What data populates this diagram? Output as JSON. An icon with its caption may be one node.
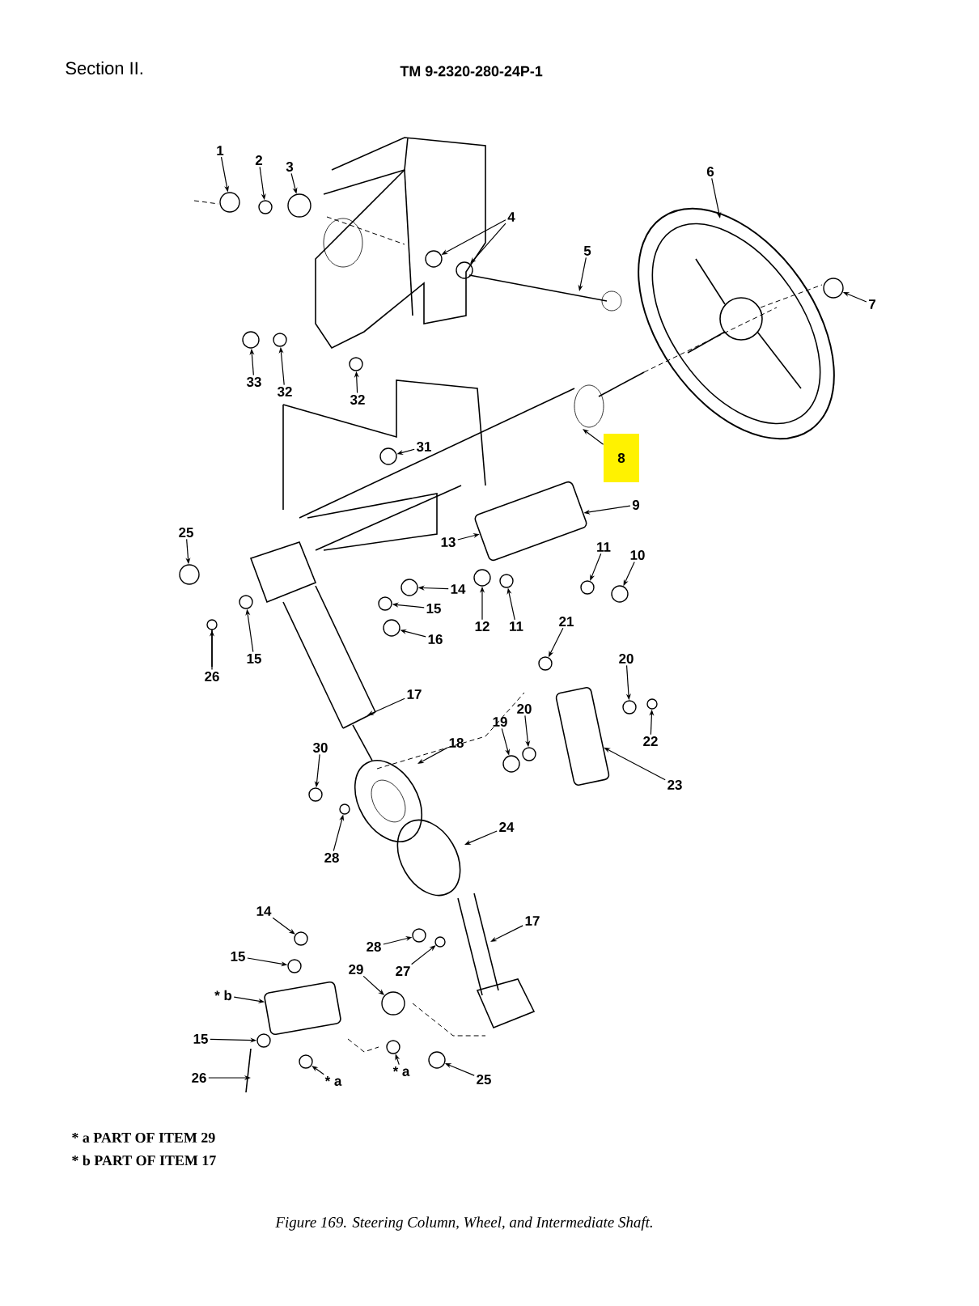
{
  "diagram": {
    "caption": "Figure 169.  Steering Column, Wheel, and Intermediate Shaft.",
    "nodes": [
      {
        "text": [
          "1"
        ]
      },
      {
        "text": [
          "2"
        ]
      },
      {
        "text": [
          "3"
        ]
      },
      {
        "text": [
          "4"
        ]
      },
      {
        "text": [
          "6"
        ]
      },
      {
        "text": [
          "5"
        ]
      },
      {
        "text": [
          "7"
        ]
      },
      {
        "text": [
          "33"
        ]
      },
      {
        "text": [
          "32"
        ]
      },
      {
        "text": [
          "32"
        ]
      },
      {
        "text": [
          "31"
        ]
      },
      {
        "text": [
          "8"
        ]
      },
      {
        "text": [
          "9"
        ]
      },
      {
        "text": [
          "25"
        ]
      },
      {
        "text": [
          "13"
        ]
      },
      {
        "text": [
          "11"
        ]
      },
      {
        "text": [
          "10"
        ]
      },
      {
        "text": [
          "14"
        ]
      },
      {
        "text": [
          "15"
        ]
      },
      {
        "text": [
          "21"
        ]
      },
      {
        "text": [
          "12"
        ]
      },
      {
        "text": [
          "11"
        ]
      },
      {
        "text": [
          "16"
        ]
      },
      {
        "text": [
          "20"
        ]
      },
      {
        "text": [
          "15"
        ]
      },
      {
        "text": [
          "26"
        ]
      },
      {
        "text": [
          "17"
        ]
      },
      {
        "text": [
          "20"
        ]
      },
      {
        "text": [
          "19"
        ]
      },
      {
        "text": [
          "22"
        ]
      },
      {
        "text": [
          "18"
        ]
      },
      {
        "text": [
          "30"
        ]
      },
      {
        "text": [
          "23"
        ]
      },
      {
        "text": [
          "24"
        ]
      },
      {
        "text": [
          "28"
        ]
      },
      {
        "text": [
          "14"
        ]
      },
      {
        "text": [
          "17"
        ]
      },
      {
        "text": [
          "28"
        ]
      },
      {
        "text": [
          "15"
        ]
      },
      {
        "text": [
          "29"
        ]
      },
      {
        "text": [
          "27"
        ]
      },
      {
        "text": [
          "* b"
        ]
      },
      {
        "text": [
          "15"
        ]
      },
      {
        "text": [
          "* a"
        ]
      },
      {
        "text": [
          "26"
        ]
      },
      {
        "text": [
          "25"
        ]
      },
      {
        "text": [
          "* a"
        ]
      },
      {
        "text": [],
        "shape": "circle"
      },
      {
        "text": [],
        "shape": "circle"
      },
      {
        "text": [],
        "shape": "circle"
      },
      {
        "text": [],
        "shape": "circle"
      },
      {
        "text": [],
        "shape": "circle"
      },
      {
        "text": [],
        "shape": "circle"
      },
      {
        "text": [],
        "shape": "circle"
      },
      {
        "text": [],
        "shape": "circle"
      },
      {
        "text": [],
        "shape": "circle"
      },
      {
        "text": [],
        "shape": "circle"
      },
      {
        "text": [],
        "shape": "box"
      },
      {
        "text": [],
        "shape": "circle"
      },
      {
        "text": [],
        "shape": "circle"
      },
      {
        "text": [],
        "shape": "circle"
      },
      {
        "text": [],
        "shape": "circle"
      },
      {
        "text": [],
        "shape": "circle"
      },
      {
        "text": [],
        "shape": "circle"
      },
      {
        "text": [],
        "shape": "circle"
      },
      {
        "text": [],
        "shape": "circle"
      },
      {
        "text": [],
        "shape": "circle"
      },
      {
        "text": [],
        "shape": "circle"
      },
      {
        "text": [],
        "shape": "circle"
      },
      {
        "text": [],
        "shape": "circle"
      },
      {
        "text": [],
        "shape": "circle"
      },
      {
        "text": [],
        "shape": "circle"
      },
      {
        "text": [],
        "shape": "circle"
      },
      {
        "text": [],
        "shape": "circle"
      },
      {
        "text": [],
        "shape": "box"
      },
      {
        "text": [],
        "shape": "circle"
      },
      {
        "text": [],
        "shape": "circle"
      },
      {
        "text": [],
        "shape": "circle"
      },
      {
        "text": [],
        "shape": "circle"
      },
      {
        "text": [],
        "shape": "circle"
      },
      {
        "text": [],
        "shape": "circle"
      },
      {
        "text": [],
        "shape": "box"
      },
      {
        "text": [],
        "shape": "circle"
      },
      {
        "text": [],
        "shape": "circle"
      },
      {
        "text": [],
        "shape": "circle"
      },
      {
        "text": [],
        "shape": "circle"
      }
    ],
    "edges": [
      {
        "from": 0,
        "to": 47,
        "arrow": "to"
      },
      {
        "from": 1,
        "to": 48,
        "arrow": "to"
      },
      {
        "from": 2,
        "to": 49,
        "arrow": "to"
      },
      {
        "from": 3,
        "to": 50,
        "arrow": "to"
      },
      {
        "from": 3,
        "to": 51,
        "arrow": "to"
      },
      {
        "from": 4,
        "to": null,
        "arrow": "to"
      },
      {
        "from": 5,
        "to": null,
        "arrow": "to"
      },
      {
        "from": 6,
        "to": 52,
        "arrow": "to"
      },
      {
        "from": 7,
        "to": 53,
        "arrow": "to"
      },
      {
        "from": 8,
        "to": 54,
        "arrow": "to"
      },
      {
        "from": 9,
        "to": 55,
        "arrow": "to"
      },
      {
        "from": 10,
        "to": 56,
        "arrow": "to"
      },
      {
        "from": 11,
        "to": null,
        "arrow": "to"
      },
      {
        "from": 12,
        "to": 57,
        "arrow": "to"
      },
      {
        "from": 13,
        "to": 58,
        "arrow": "to"
      },
      {
        "from": 14,
        "to": 57,
        "arrow": "to"
      },
      {
        "from": 15,
        "to": 59,
        "arrow": "to"
      },
      {
        "from": 16,
        "to": 60,
        "arrow": "to"
      },
      {
        "from": 17,
        "to": 61,
        "arrow": "to"
      },
      {
        "from": 18,
        "to": 62,
        "arrow": "to"
      },
      {
        "from": 19,
        "to": 63,
        "arrow": "to"
      },
      {
        "from": 20,
        "to": 64,
        "arrow": "to"
      },
      {
        "from": 21,
        "to": 65,
        "arrow": "to"
      },
      {
        "from": 22,
        "to": 66,
        "arrow": "to"
      },
      {
        "from": 23,
        "to": 67,
        "arrow": "to"
      },
      {
        "from": 24,
        "to": 68,
        "arrow": "to"
      },
      {
        "from": 25,
        "to": 69,
        "arrow": "to"
      },
      {
        "from": 26,
        "to": null,
        "arrow": "to"
      },
      {
        "from": 27,
        "to": 70,
        "arrow": "to"
      },
      {
        "from": 28,
        "to": 71,
        "arrow": "to"
      },
      {
        "from": 29,
        "to": 72,
        "arrow": "to"
      },
      {
        "from": 30,
        "to": null,
        "arrow": "to"
      },
      {
        "from": 31,
        "to": 73,
        "arrow": "to"
      },
      {
        "from": 32,
        "to": 74,
        "arrow": "to"
      },
      {
        "from": 33,
        "to": null,
        "arrow": "to"
      },
      {
        "from": 34,
        "to": 75,
        "arrow": "to"
      },
      {
        "from": 35,
        "to": 76,
        "arrow": "to"
      },
      {
        "from": 36,
        "to": null,
        "arrow": "to"
      },
      {
        "from": 37,
        "to": 77,
        "arrow": "to"
      },
      {
        "from": 38,
        "to": 78,
        "arrow": "to"
      },
      {
        "from": 39,
        "to": 79,
        "arrow": "to"
      },
      {
        "from": 40,
        "to": 80,
        "arrow": "to"
      },
      {
        "from": 41,
        "to": 81,
        "arrow": "to"
      },
      {
        "from": 42,
        "to": 82,
        "arrow": "to"
      },
      {
        "from": 43,
        "to": 83,
        "arrow": "to"
      },
      {
        "from": 44,
        "to": null,
        "arrow": "to"
      },
      {
        "from": 45,
        "to": 84,
        "arrow": "to"
      },
      {
        "from": 46,
        "to": 85,
        "arrow": "to"
      }
    ],
    "labels": [
      "Section II.",
      "TM 9-2320-280-24P-1",
      "* a PART OF ITEM 29",
      "* b PART OF ITEM 17"
    ]
  }
}
